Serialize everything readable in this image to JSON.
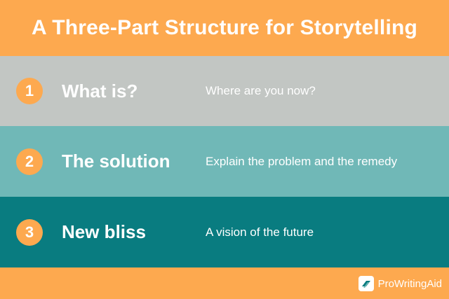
{
  "title": "A Three-Part Structure for Storytelling",
  "steps": [
    {
      "number": "1",
      "title": "What is?",
      "description": "Where are you now?"
    },
    {
      "number": "2",
      "title": "The solution",
      "description": "Explain the problem and the remedy"
    },
    {
      "number": "3",
      "title": "New bliss",
      "description": "A vision of the future"
    }
  ],
  "brand": {
    "name": "ProWritingAid",
    "icon": "prowritingaid-logo-icon"
  },
  "colors": {
    "orange": "#fda94f",
    "row1": "#c2c6c3",
    "row2": "#70b8b7",
    "row3": "#097c80",
    "text": "#ffffff"
  }
}
